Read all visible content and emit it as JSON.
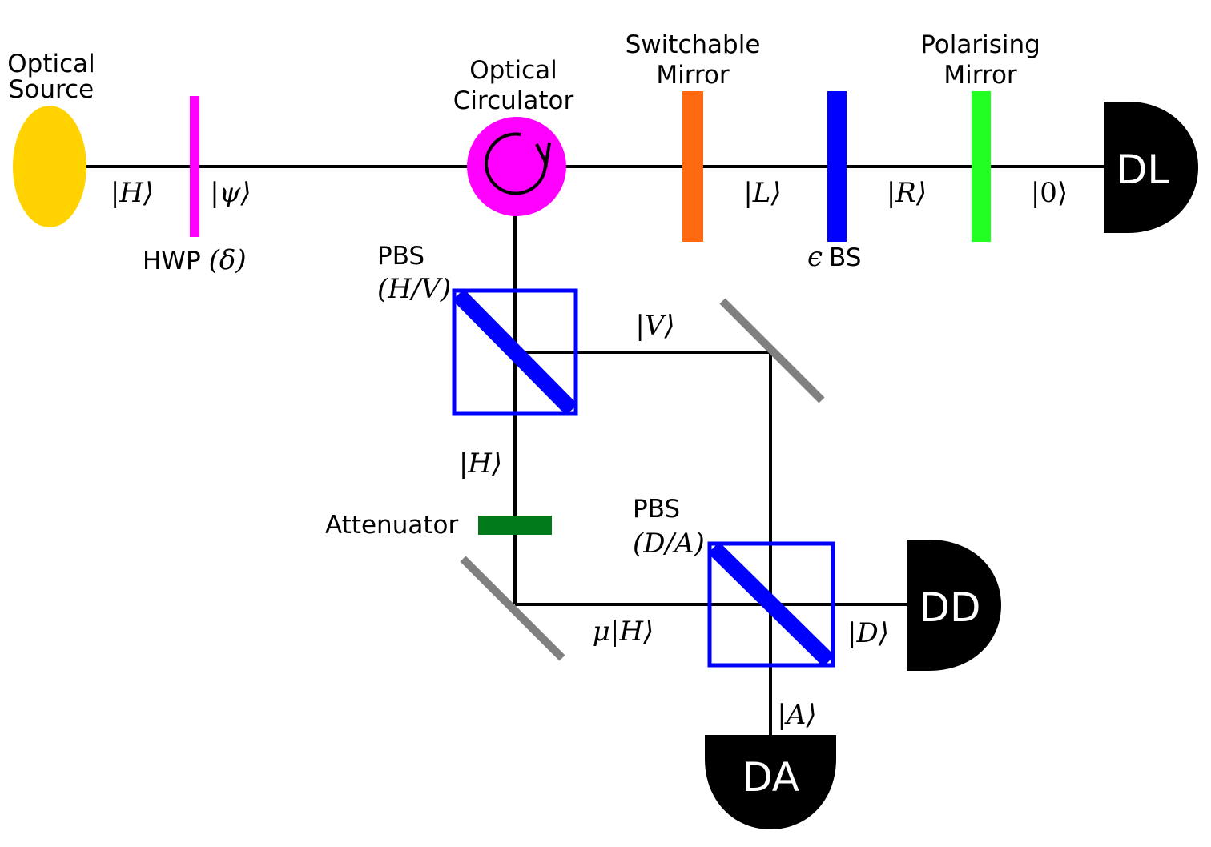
{
  "labels": {
    "source_line1": "Optical",
    "source_line2": "Source",
    "circulator_line1": "Optical",
    "circulator_line2": "Circulator",
    "switchable_line1": "Switchable",
    "switchable_line2": "Mirror",
    "polarising_line1": "Polarising",
    "polarising_line2": "Mirror",
    "hwp": "HWP",
    "hwp_param": "(δ)",
    "ebs_symbol": "ϵ",
    "ebs": "BS",
    "pbs1": "PBS",
    "pbs1_basis": "(H/V)",
    "pbs2": "PBS",
    "pbs2_basis": "(D/A)",
    "attenuator": "Attenuator"
  },
  "states": {
    "h_top": "|H⟩",
    "psi": "|ψ⟩",
    "l": "|L⟩",
    "r": "|R⟩",
    "zero": "|0⟩",
    "v": "|V⟩",
    "h_mid": "|H⟩",
    "mu_h": "μ|H⟩",
    "d": "|D⟩",
    "a": "|A⟩"
  },
  "detectors": {
    "dl": "DL",
    "dd": "DD",
    "da": "DA"
  },
  "colors": {
    "source": "#FFD200",
    "hwp": "#FF00FF",
    "circulator": "#FF00FF",
    "switchable_mirror": "#FF6A10",
    "epsilon_bs": "#0000FF",
    "polarising_mirror": "#22FF22",
    "pbs": "#0000FF",
    "attenuator": "#007A1A",
    "mirror": "#808080",
    "detector": "#000000"
  }
}
